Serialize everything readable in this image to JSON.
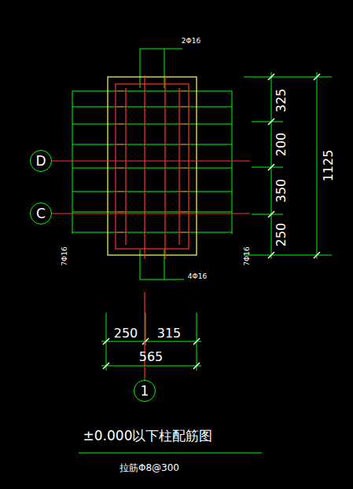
{
  "diagram": {
    "title": "±0.000以下柱配筋图",
    "caption": "拉筋Φ8@300",
    "nodes": [
      {
        "text": [
          "D"
        ]
      },
      {
        "text": [
          "C"
        ]
      },
      {
        "text": [
          "1"
        ]
      }
    ],
    "labels": [
      "2Φ16",
      "325",
      "200",
      "350",
      "250",
      "1125",
      "7Φ16",
      "7Φ16",
      "4Φ16",
      "250",
      "315",
      "565"
    ]
  }
}
